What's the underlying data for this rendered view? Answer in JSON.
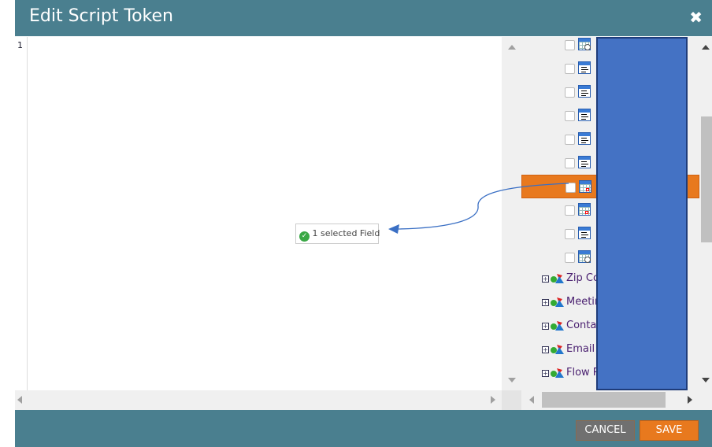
{
  "dialog": {
    "title": "Edit Script Token",
    "close_icon": "close-icon"
  },
  "editor": {
    "line_numbers": [
      "1"
    ],
    "content": ""
  },
  "drag_badge": {
    "text": "1 selected Field",
    "icon": "check-circle-icon"
  },
  "tree": {
    "fields": [
      {
        "icon": "datetime-field-icon",
        "checked": false,
        "highlighted": false
      },
      {
        "icon": "text-field-icon",
        "checked": false,
        "highlighted": false
      },
      {
        "icon": "text-field-icon",
        "checked": false,
        "highlighted": false
      },
      {
        "icon": "text-field-icon",
        "checked": false,
        "highlighted": false
      },
      {
        "icon": "text-field-icon",
        "checked": false,
        "highlighted": false
      },
      {
        "icon": "text-field-icon",
        "checked": false,
        "highlighted": false
      },
      {
        "icon": "date-field-icon",
        "checked": false,
        "highlighted": true
      },
      {
        "icon": "date-field-icon",
        "checked": false,
        "highlighted": false
      },
      {
        "icon": "text-field-icon",
        "checked": false,
        "highlighted": false
      },
      {
        "icon": "datetime-field-icon",
        "checked": false,
        "highlighted": false
      }
    ],
    "groups": [
      {
        "label": "Zip Co"
      },
      {
        "label": "Meetin"
      },
      {
        "label": "Contac"
      },
      {
        "label": "Email"
      },
      {
        "label": "Flow R"
      }
    ]
  },
  "footer": {
    "cancel_label": "CANCEL",
    "save_label": "SAVE"
  },
  "colors": {
    "header": "#4a7f8f",
    "accent": "#e8791e",
    "redaction": "#4472c4"
  }
}
